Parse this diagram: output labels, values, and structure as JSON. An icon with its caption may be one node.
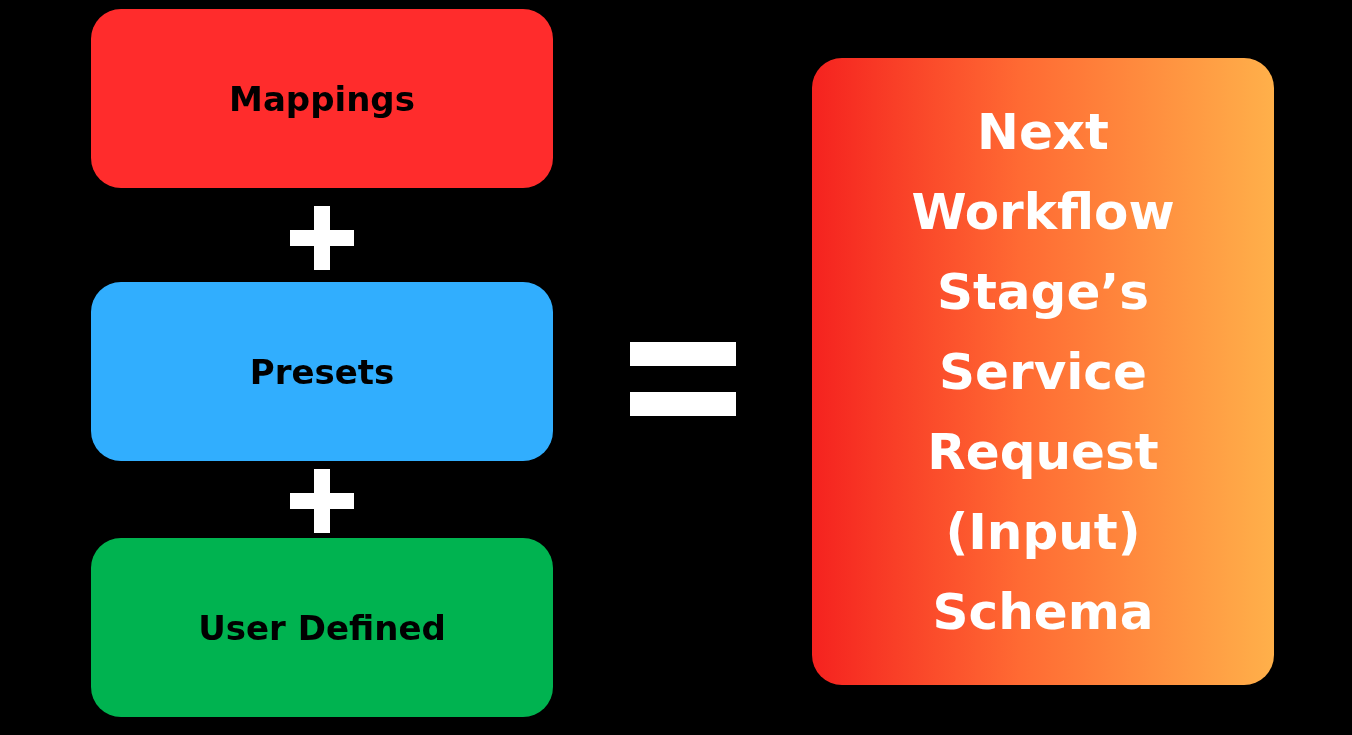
{
  "diagram": {
    "nodes": [
      {
        "text": [
          "Mappings"
        ]
      },
      {
        "text": [
          "Presets"
        ]
      },
      {
        "text": [
          "User Defined"
        ]
      },
      {
        "text": [
          "Next Workflow Stage’s Service Request (Input) Schema"
        ]
      }
    ]
  }
}
